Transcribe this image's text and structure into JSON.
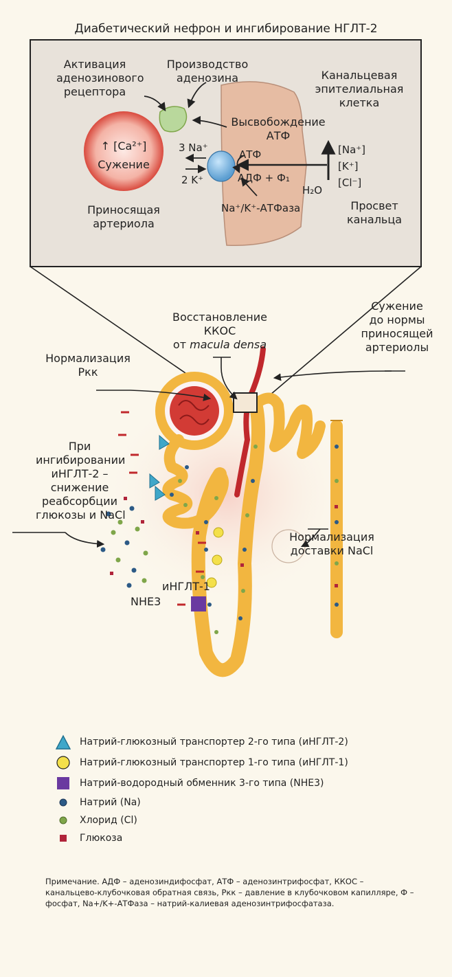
{
  "title": "Диабетический нефрон и ингибирование НГЛТ-2",
  "inset": {
    "adenosine_receptor_activation": [
      "Активация",
      "аденозинового",
      "рецептора"
    ],
    "adenosine_production": [
      "Производство",
      "аденозина"
    ],
    "tubular_cell": [
      "Канальцевая",
      "эпителиальная",
      "клетка"
    ],
    "atp_release": [
      "Высвобождение",
      "АТФ"
    ],
    "arteriole_ca": "↑ [Ca²⁺]",
    "arteriole_constriction": "Сужение",
    "afferent_arteriole": [
      "Приносящая",
      "артериола"
    ],
    "na3": "3 Na⁺",
    "k2": "2 K⁺",
    "atp": "АТФ",
    "adp_p": "АДФ + Ф₁",
    "ions": [
      "[Na⁺]",
      "[K⁺]",
      "[Cl⁻]"
    ],
    "h2o": "H₂O",
    "atpase": "Na⁺/K⁺-АТФаза",
    "lumen": [
      "Просвет",
      "канальца"
    ]
  },
  "main": {
    "tgf_restore": [
      "Восстановление",
      "ККОС"
    ],
    "tgf_from": "от",
    "macula_densa": "macula densa",
    "constriction_normal": [
      "Сужение",
      "до нормы",
      "приносящей",
      "артериолы"
    ],
    "normalization_pgc": [
      "Нормализация",
      "Ркк"
    ],
    "sglt2_inhibition": [
      "При",
      "ингибировании",
      "иНГЛТ-2 –",
      "снижение",
      "реабсорбции",
      "глюкозы и NaCl"
    ],
    "nacl_delivery": [
      "Нормализация",
      "доставки NaCl"
    ],
    "sglt1_label": "иНГЛТ-1",
    "nhe3_label": "NHE3"
  },
  "legend": [
    {
      "icon": "triangle-blue",
      "label": "Натрий-глюкозный транспортер 2-го типа (иНГЛТ-2)"
    },
    {
      "icon": "circle-yellow",
      "label": "Натрий-глюкозный транспортер 1-го типа (иНГЛТ-1)"
    },
    {
      "icon": "square-purple",
      "label": "Натрий-водородный обменник 3-го типа (NHE3)"
    },
    {
      "icon": "dot-blue",
      "label": "Натрий (Na)"
    },
    {
      "icon": "dot-green",
      "label": "Хлорид (Cl)"
    },
    {
      "icon": "square-red",
      "label": "Глюкоза"
    }
  ],
  "note": "Примечание. АДФ – аденозиндифосфат, АТФ – аденозинтрифосфат, ККОС – канальцево-клубочковая обратная связь, Ркк – давление в клубочковом капилляре, Ф – фосфат, Na+/K+-АТФаза – натрий-калиевая аденозинтрифосфатаза.",
  "colors": {
    "background": "#fbf7ec",
    "inset": "#eae4dc",
    "cell": "#e8bfa8",
    "arteriole": "#d94a3e",
    "tubule": "#f2b640",
    "sodium": "#2c5a86",
    "chloride": "#7fa64a",
    "glucose": "#b0243a",
    "sglt2": "#3fa7c9",
    "sglt1": "#f4e04a",
    "nhe3": "#6a3aa0"
  }
}
